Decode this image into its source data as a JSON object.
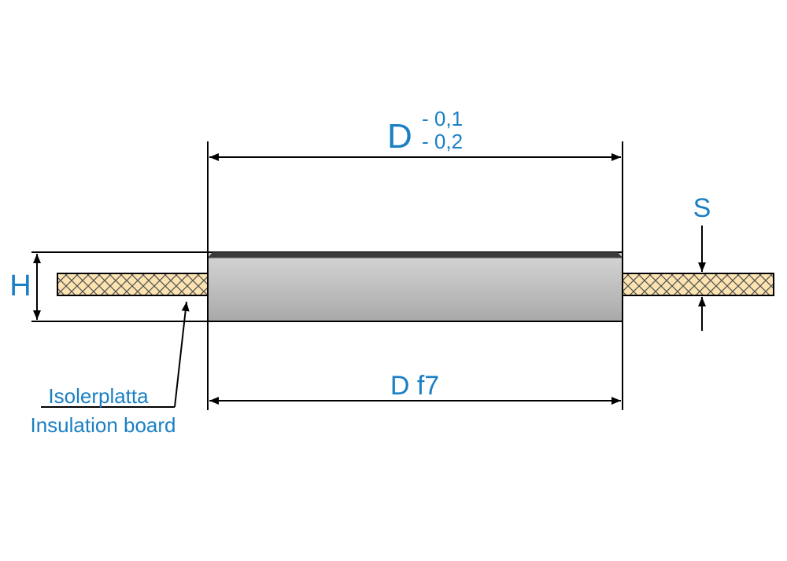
{
  "labels": {
    "top_dim_letter": "D",
    "top_tol_upper": "- 0,1",
    "top_tol_lower": "- 0,2",
    "bottom_dim": "D f7",
    "height": "H",
    "thickness": "S",
    "board_sv": "Isolerplatta",
    "board_en": "Insulation board"
  },
  "colors": {
    "label": "#1a7fc4",
    "board_fill": "#fce3b0",
    "block_fill": "#c2c2c2"
  }
}
